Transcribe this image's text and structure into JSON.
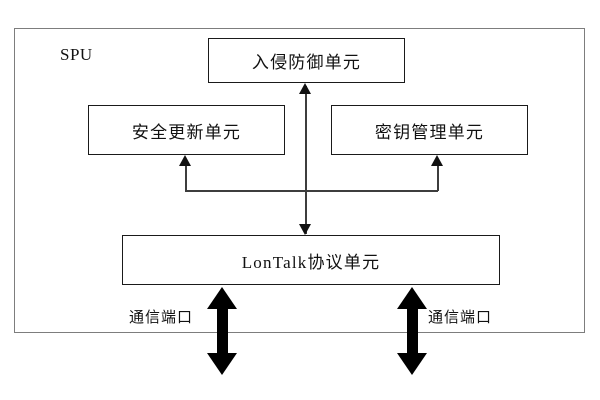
{
  "diagram": {
    "title": "SPU",
    "container": {
      "label": "SPU"
    },
    "units": {
      "intrusion_prevention": "入侵防御单元",
      "security_update": "安全更新单元",
      "key_management": "密钥管理单元",
      "lontalk_protocol": "LonTalk协议单元"
    },
    "ports": {
      "left_label": "通信端口",
      "right_label": "通信端口"
    },
    "colors": {
      "frame": "#7d7d7d",
      "box_border": "#1a1a1a",
      "connector": "#3d3d3d",
      "arrow_fill": "#000000",
      "text": "#111111",
      "background": "#ffffff"
    }
  }
}
